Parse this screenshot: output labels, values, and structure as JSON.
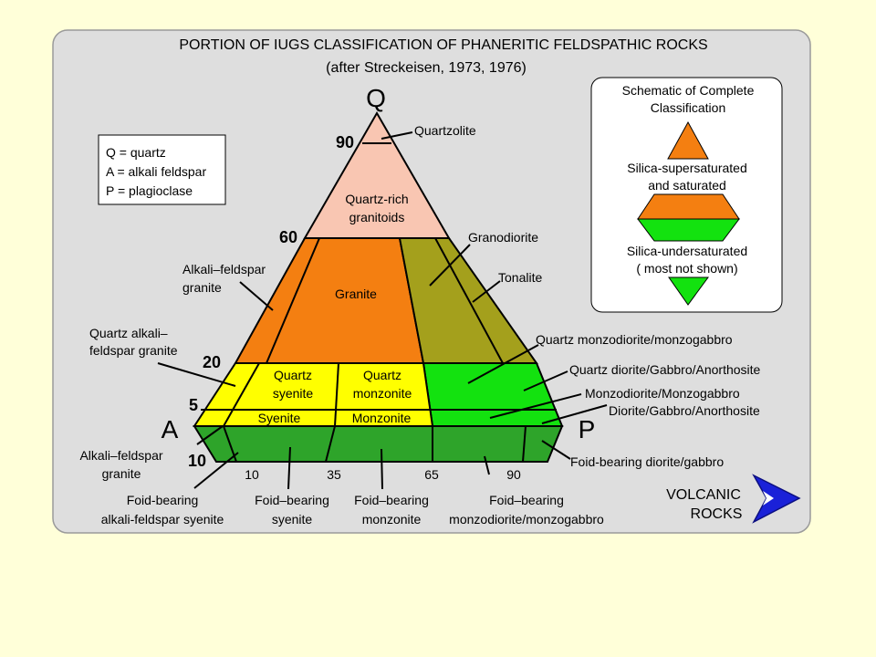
{
  "title": {
    "line1": "PORTION OF IUGS CLASSIFICATION OF PHANERITIC FELDSPATHIC ROCKS",
    "line2": "(after Streckeisen, 1973, 1976)"
  },
  "vertices": {
    "q": "Q",
    "a": "A",
    "p": "P"
  },
  "key": [
    "Q = quartz",
    "A = alkali feldspar",
    "P = plagioclase"
  ],
  "q_ticks": [
    "90",
    "60",
    "20",
    "5",
    "10"
  ],
  "p_ticks": [
    "10",
    "35",
    "65",
    "90"
  ],
  "fields": {
    "quartz_rich": [
      "Quartz-rich",
      "granitoids"
    ],
    "granite": "Granite",
    "quartz_syenite": [
      "Quartz",
      "syenite"
    ],
    "quartz_monzonite": [
      "Quartz",
      "monzonite"
    ],
    "syenite": "Syenite",
    "monzonite": "Monzonite"
  },
  "callouts": {
    "quartzolite": "Quartzolite",
    "granodiorite": "Granodiorite",
    "tonalite": "Tonalite",
    "alkali_feldspar_granite": [
      "Alkali–feldspar",
      "granite"
    ],
    "quartz_alkali_feldspar_granite": [
      "Quartz alkali–",
      "feldspar granite"
    ],
    "quartz_monzodiorite": "Quartz monzodiorite/monzogabbro",
    "quartz_diorite": "Quartz diorite/Gabbro/Anorthosite",
    "monzodiorite": "Monzodiorite/Monzogabbro",
    "diorite": "Diorite/Gabbro/Anorthosite",
    "foid_diorite": "Foid-bearing diorite/gabbro",
    "alkali_feldspar_granite_lower": [
      "Alkali–feldspar",
      "granite"
    ]
  },
  "bottom_labels": {
    "foid_alkali_syenite": [
      "Foid-bearing",
      "alkali-feldspar syenite"
    ],
    "foid_syenite": [
      "Foid–bearing",
      "syenite"
    ],
    "foid_monzonite": [
      "Foid–bearing",
      "monzonite"
    ],
    "foid_monzodiorite": [
      "Foid–bearing",
      "monzodiorite/monzogabbro"
    ]
  },
  "schematic": {
    "title": [
      "Schematic of Complete",
      "Classification"
    ],
    "upper": [
      "Silica-supersaturated",
      "and saturated"
    ],
    "lower": [
      "Silica-undersaturated",
      "( most not shown)"
    ]
  },
  "volcanic": [
    "VOLCANIC",
    "ROCKS"
  ],
  "colors": {
    "background": "#ffffd9",
    "card": "#dedede",
    "quartz_rich": "#f9c6b2",
    "granite": "#f47f11",
    "granodiorite": "#a4a01c",
    "syenite": "#ffff00",
    "diorite": "#13e20f",
    "foid": "#2ea42a",
    "arrow": "#1a21d8"
  }
}
